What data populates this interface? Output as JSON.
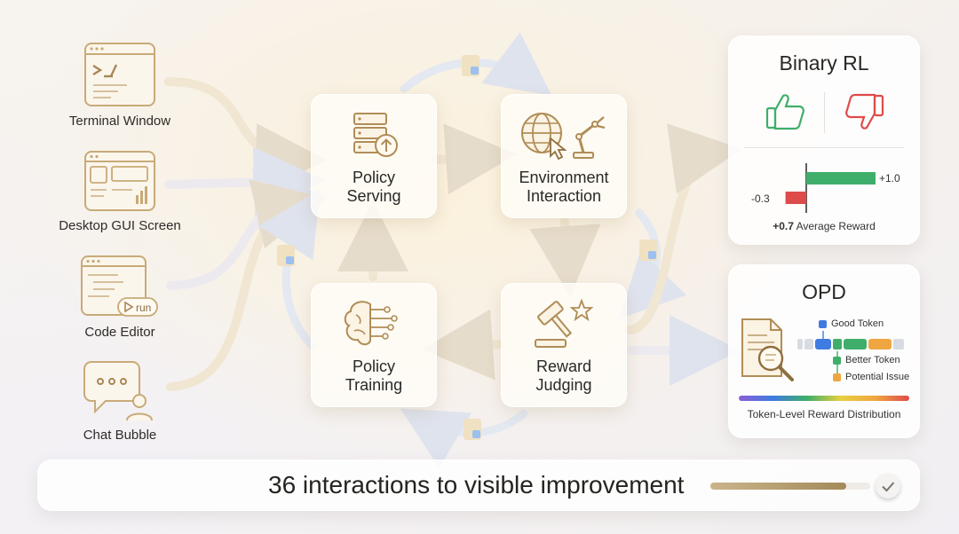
{
  "sources": [
    {
      "label": "Terminal Window"
    },
    {
      "label": "Desktop GUI Screen"
    },
    {
      "label": "Code Editor",
      "badge": "run"
    },
    {
      "label": "Chat Bubble"
    }
  ],
  "nodes": {
    "policy_serving": "Policy\nServing",
    "environment_interaction": "Environment\nInteraction",
    "reward_judging": "Reward\nJudging",
    "policy_training": "Policy\nTraining"
  },
  "binary_rl": {
    "title": "Binary RL",
    "positive_label": "+1.0",
    "negative_label": "-0.3",
    "positive_value": 1.0,
    "negative_value": -0.3,
    "average_value": "+0.7",
    "average_text": "Average Reward"
  },
  "opd": {
    "title": "OPD",
    "legend": [
      {
        "label": "Good Token",
        "color": "#3f7be0"
      },
      {
        "label": "Better Token",
        "color": "#3fae6a"
      },
      {
        "label": "Potential Issue",
        "color": "#f0a640"
      }
    ],
    "caption": "Token-Level Reward Distribution"
  },
  "banner": {
    "text": "36 interactions to visible improvement",
    "progress": 0.85
  },
  "colors": {
    "gold": "#b08d57",
    "green": "#3fae6a",
    "red": "#de4b4b",
    "blue": "#3f7be0",
    "orange": "#f0a640"
  },
  "icons": {
    "sources": [
      "terminal-icon",
      "desktop-gui-icon",
      "code-editor-icon",
      "chat-bubble-icon"
    ],
    "nodes": [
      "server-upload-icon",
      "globe-cursor-robot-arm-icon",
      "gavel-star-icon",
      "brain-circuit-icon"
    ],
    "binary_rl": [
      "thumbs-up-icon",
      "thumbs-down-icon"
    ],
    "opd": [
      "document-magnifier-icon"
    ],
    "banner": [
      "checkmark-icon"
    ]
  }
}
